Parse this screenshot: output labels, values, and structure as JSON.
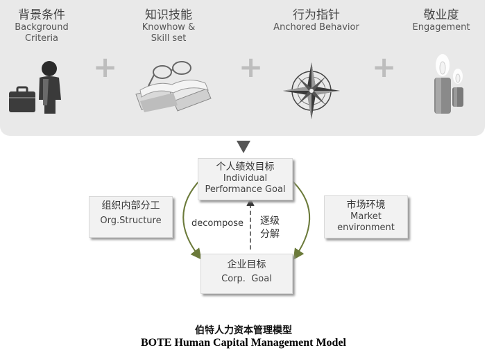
{
  "pillars": [
    {
      "cn": "背景条件",
      "en1": "Background",
      "en2": "Criteria",
      "icon": "businessman-briefcase-icon"
    },
    {
      "cn": "知识技能",
      "en1": "Knowhow &",
      "en2": "Skill set",
      "icon": "book-glasses-icon"
    },
    {
      "cn": "行为指针",
      "en1": "Anchored Behavior",
      "en2": "",
      "icon": "compass-rose-icon"
    },
    {
      "cn": "敬业度",
      "en1": "Engagement",
      "en2": "",
      "icon": "candles-icon"
    }
  ],
  "plus_sign": "+",
  "individual_goal": {
    "cn": "个人绩效目标",
    "en1": "Individual",
    "en2": "Performance Goal"
  },
  "corp_goal": {
    "cn": "企业目标",
    "en": "Corp.  Goal"
  },
  "org_structure": {
    "cn": "组织内部分工",
    "en": "Org.Structure"
  },
  "market": {
    "cn": "市场环境",
    "en1": "Market",
    "en2": "environment"
  },
  "decompose_label": "decompose",
  "cascade_label_1": "逐级",
  "cascade_label_2": "分解",
  "caption": {
    "cn": "伯特人力资本管理模型",
    "en": "BOTE Human Capital Management Model"
  },
  "colors": {
    "panel": "#e9e9e9",
    "cycle_arrow": "#6b7a3a",
    "box": "#f2f2f2"
  }
}
